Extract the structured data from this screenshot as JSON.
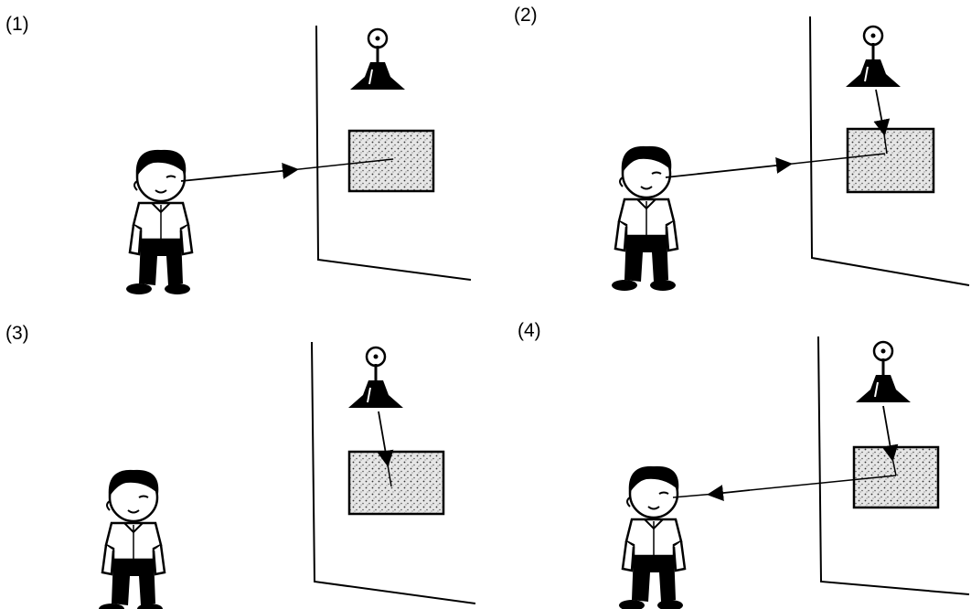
{
  "panels": [
    {
      "label": "(1)",
      "light_ray": false,
      "eye_ray": "to-object"
    },
    {
      "label": "(2)",
      "light_ray": true,
      "eye_ray": "to-object"
    },
    {
      "label": "(3)",
      "light_ray": true,
      "eye_ray": "none"
    },
    {
      "label": "(4)",
      "light_ray": true,
      "eye_ray": "to-eye"
    }
  ],
  "colors": {
    "ink": "#000000",
    "paper": "#ffffff",
    "object_fill": "#d9d9d9"
  },
  "icons": [
    "lamp-icon",
    "boy-icon",
    "object-board",
    "wall"
  ]
}
